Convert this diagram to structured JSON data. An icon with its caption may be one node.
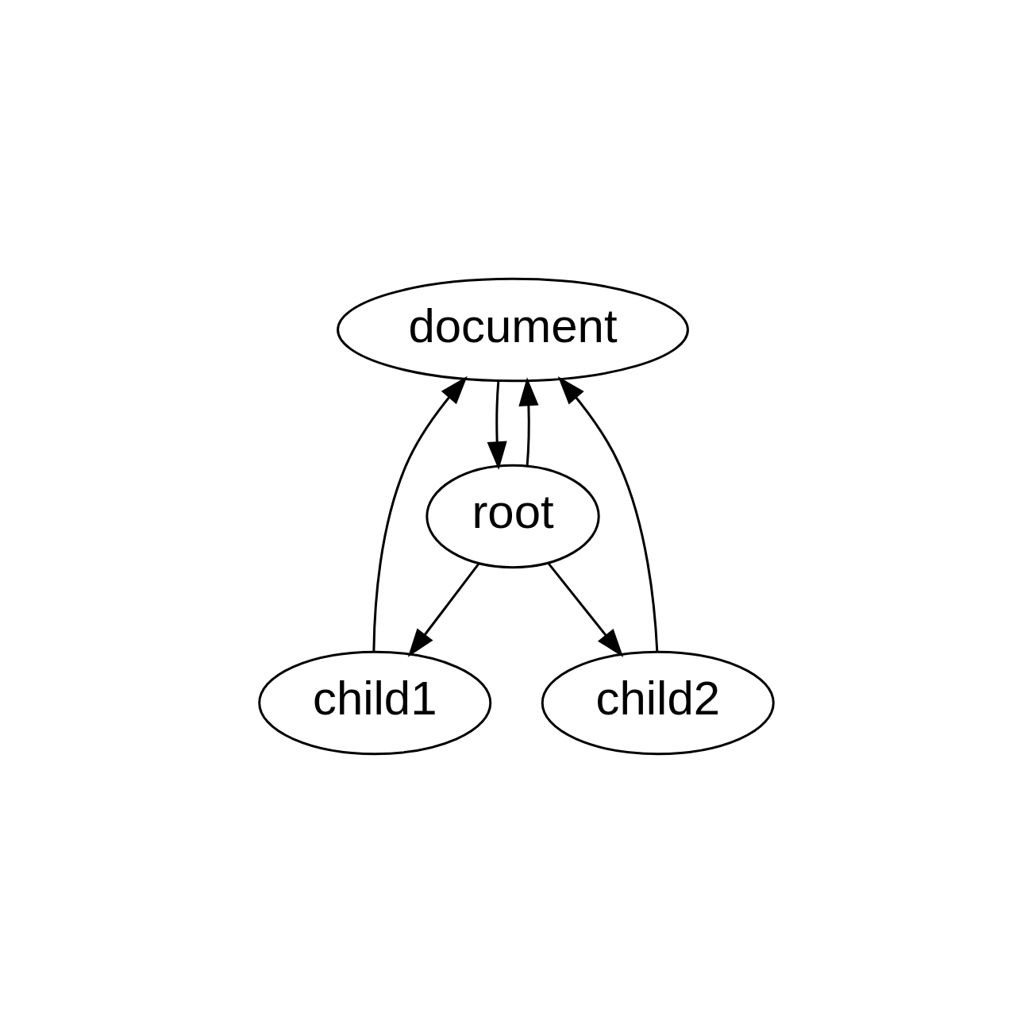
{
  "diagram": {
    "nodes": [
      {
        "text": [
          "document"
        ]
      },
      {
        "text": [
          "root"
        ]
      },
      {
        "text": [
          "child1"
        ]
      },
      {
        "text": [
          "child2"
        ]
      }
    ],
    "edges": [
      {
        "from": 0,
        "to": 1,
        "arrow": "to"
      },
      {
        "from": 1,
        "to": 0,
        "arrow": "to"
      },
      {
        "from": 1,
        "to": 2,
        "arrow": "to"
      },
      {
        "from": 1,
        "to": 3,
        "arrow": "to"
      },
      {
        "from": 2,
        "to": 0,
        "arrow": "to"
      },
      {
        "from": 3,
        "to": 0,
        "arrow": "to"
      }
    ]
  }
}
